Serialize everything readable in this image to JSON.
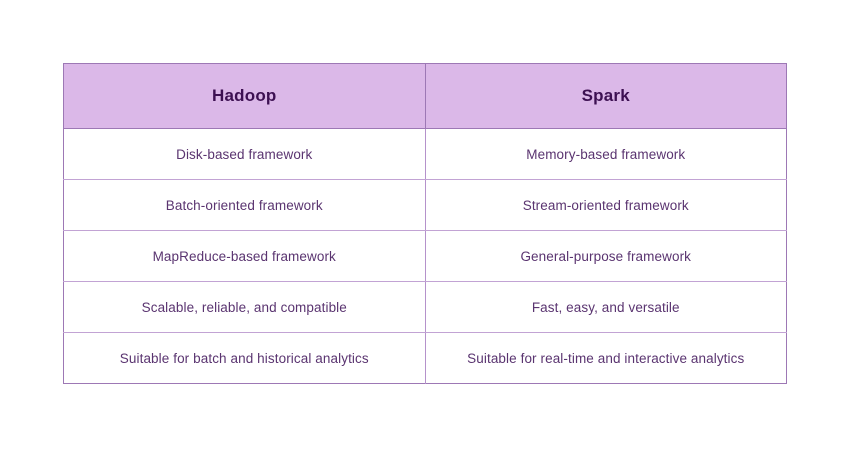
{
  "page": {
    "background_color": "#ffffff"
  },
  "table": {
    "accent_header_bg": "#dbb8e8",
    "header_text_color": "#3d1052",
    "body_text_color": "#5a3470",
    "border_color": "#9d78b5",
    "row_divider_color": "#c2a3d4",
    "columns": [
      {
        "label": "Hadoop"
      },
      {
        "label": "Spark"
      }
    ],
    "rows": [
      {
        "hadoop": "Disk-based framework",
        "spark": "Memory-based framework"
      },
      {
        "hadoop": "Batch-oriented framework",
        "spark": "Stream-oriented framework"
      },
      {
        "hadoop": "MapReduce-based framework",
        "spark": "General-purpose framework"
      },
      {
        "hadoop": "Scalable, reliable, and compatible",
        "spark": "Fast, easy, and versatile"
      },
      {
        "hadoop": "Suitable for batch and historical analytics",
        "spark": "Suitable for real-time and interactive analytics"
      }
    ]
  }
}
